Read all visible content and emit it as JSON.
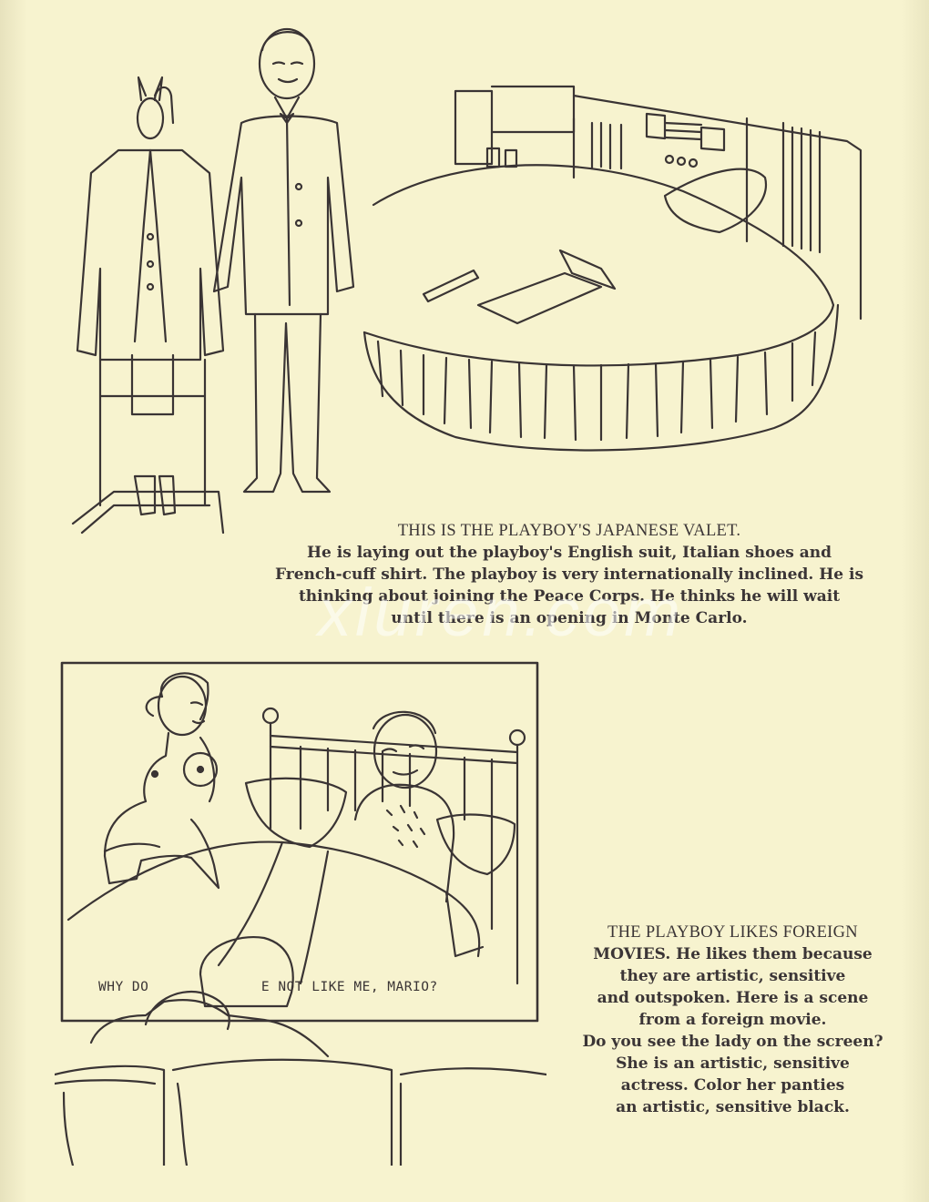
{
  "captions": {
    "valet": {
      "heading": "THIS IS THE PLAYBOY'S JAPANESE VALET.",
      "lines": [
        "He is laying out the playboy's English suit, Italian shoes and",
        "French-cuff shirt. The playboy is very internationally inclined. He is",
        "thinking about joining the Peace Corps. He thinks he will wait",
        "until there is an opening in Monte Carlo."
      ]
    },
    "movies": {
      "heading_lines": [
        "THE PLAYBOY LIKES FOREIGN"
      ],
      "lines": [
        "MOVIES. He likes them because",
        "they are artistic, sensitive",
        "and outspoken. Here is a scene",
        "from a foreign movie.",
        "Do you see the lady on the screen?",
        "She is an artistic, sensitive",
        "actress. Color her panties",
        "an artistic, sensitive black."
      ]
    }
  },
  "movie_subtitle": {
    "left": "WHY DO",
    "right": "E NOT LIKE ME, MARIO?"
  },
  "watermark": "xiuren.com",
  "colors": {
    "paper": "#f7f3cf",
    "ink": "#3a3434"
  }
}
